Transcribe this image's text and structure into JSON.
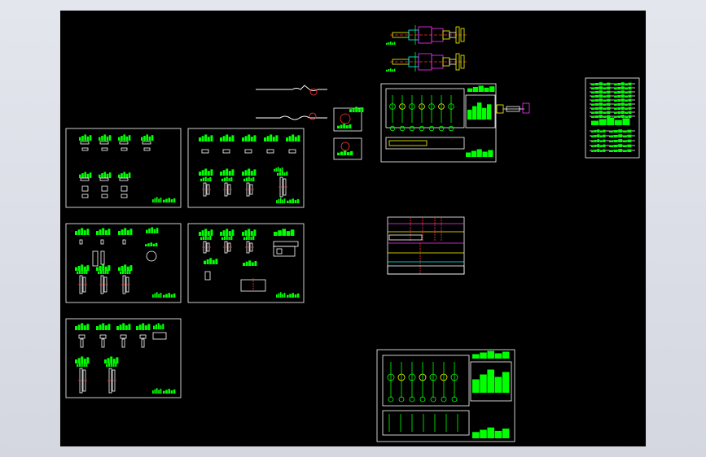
{
  "title": "",
  "viewport": {
    "background": "#000000",
    "frame_color": "#dadde6",
    "line_colors": {
      "sheet_border": "#ffffff",
      "part_outline": "#ffffff",
      "dimension": "#00ff00",
      "center_line": "#ff3333",
      "hidden_line": "#ff33ff",
      "accent": "#ffff00",
      "cyan": "#00ffff"
    }
  },
  "entities": {
    "sheet_count_left": 5,
    "sheet_count_right": 3,
    "detail_groups": [
      "shaft-elevation-upper",
      "shaft-elevation-lower",
      "cable-profiles",
      "block-detail",
      "section-view-mid"
    ]
  }
}
